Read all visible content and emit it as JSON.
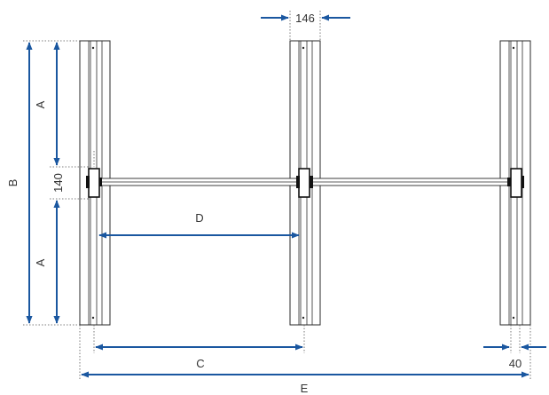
{
  "labels": {
    "dim_146": "146",
    "dim_140": "140",
    "dim_a_top": "A",
    "dim_a_bottom": "A",
    "dim_b": "B",
    "dim_c": "C",
    "dim_d": "D",
    "dim_e": "E",
    "dim_40": "40"
  },
  "colors": {
    "dimension": "#1a57a0",
    "line": "#2a2a2a",
    "text": "#333333"
  }
}
